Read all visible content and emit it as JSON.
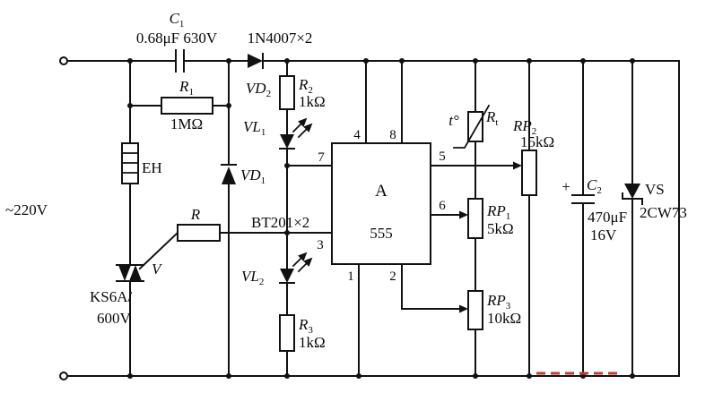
{
  "page": {
    "background": "#ffffff",
    "wire_color": "#111111",
    "watermark_color": "#c23b2e"
  },
  "power": {
    "mains_label": "~220V"
  },
  "components": {
    "c1": {
      "designator": "C",
      "sub": "1",
      "value": "0.68μF 630V"
    },
    "rectifier_diodes": {
      "type": "1N4007×2"
    },
    "vd1": {
      "designator": "VD",
      "sub": "1"
    },
    "vd2": {
      "designator": "VD",
      "sub": "2"
    },
    "r1": {
      "designator": "R",
      "sub": "1",
      "value": "1MΩ"
    },
    "r2": {
      "designator": "R",
      "sub": "2",
      "value": "1kΩ"
    },
    "r3": {
      "designator": "R",
      "sub": "3",
      "value": "1kΩ"
    },
    "r_gate": {
      "designator": "R"
    },
    "heater": {
      "designator": "EH"
    },
    "vl1": {
      "designator": "VL",
      "sub": "1"
    },
    "vl2": {
      "designator": "VL",
      "sub": "2"
    },
    "photothyristors": {
      "type": "BT201×2"
    },
    "triac": {
      "designator": "V",
      "type_line1": "KS6A/",
      "type_line2": "600V"
    },
    "ic": {
      "label": "A",
      "type": "555",
      "pins": {
        "p1": "1",
        "p2": "2",
        "p3": "3",
        "p4": "4",
        "p5": "5",
        "p6": "6",
        "p7": "7",
        "p8": "8"
      }
    },
    "rt": {
      "prefix": "t°",
      "designator": "R",
      "sub": "t"
    },
    "rp1": {
      "designator": "RP",
      "sub": "1",
      "value": "5kΩ"
    },
    "rp2": {
      "designator": "RP",
      "sub": "2",
      "value": "15kΩ"
    },
    "rp3": {
      "designator": "RP",
      "sub": "3",
      "value": "10kΩ"
    },
    "c2": {
      "polarity": "+",
      "designator": "C",
      "sub": "2",
      "value_line1": "470μF",
      "value_line2": "16V"
    },
    "vs": {
      "designator": "VS",
      "type": "2CW73"
    }
  }
}
